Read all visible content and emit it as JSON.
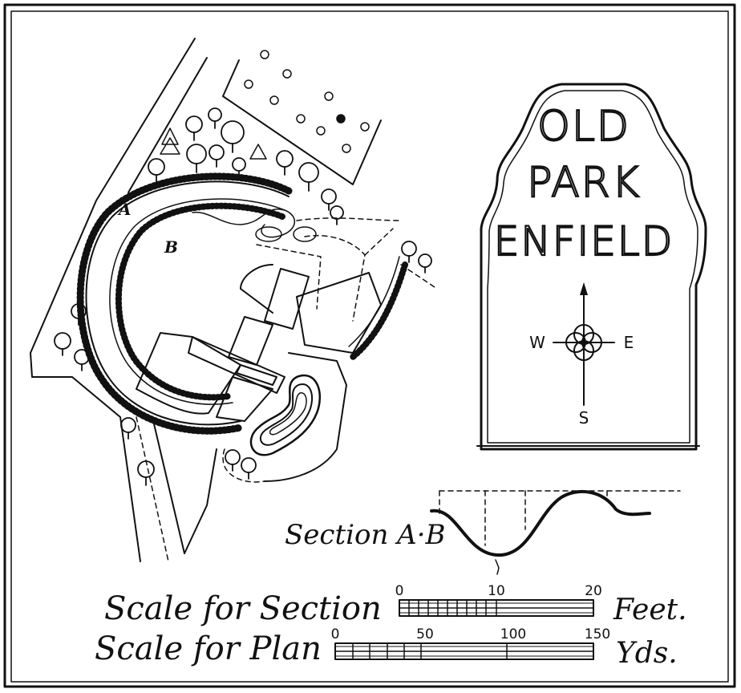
{
  "title": {
    "line1": "OLD",
    "line2": "PARK",
    "line3": "ENFIELD"
  },
  "compass": {
    "west": "W",
    "east": "E",
    "south": "S"
  },
  "plan_labels": {
    "point_a": "A",
    "point_b": "B"
  },
  "section": {
    "label": "Section A·B"
  },
  "scale_section": {
    "label": "Scale for Section",
    "ticks": [
      "0",
      "10",
      "20"
    ],
    "unit": "Feet."
  },
  "scale_plan": {
    "label": "Scale for Plan",
    "ticks": [
      "0",
      "50",
      "100",
      "150"
    ],
    "unit": "Yds."
  },
  "colors": {
    "ink": "#111111",
    "paper": "#ffffff"
  }
}
